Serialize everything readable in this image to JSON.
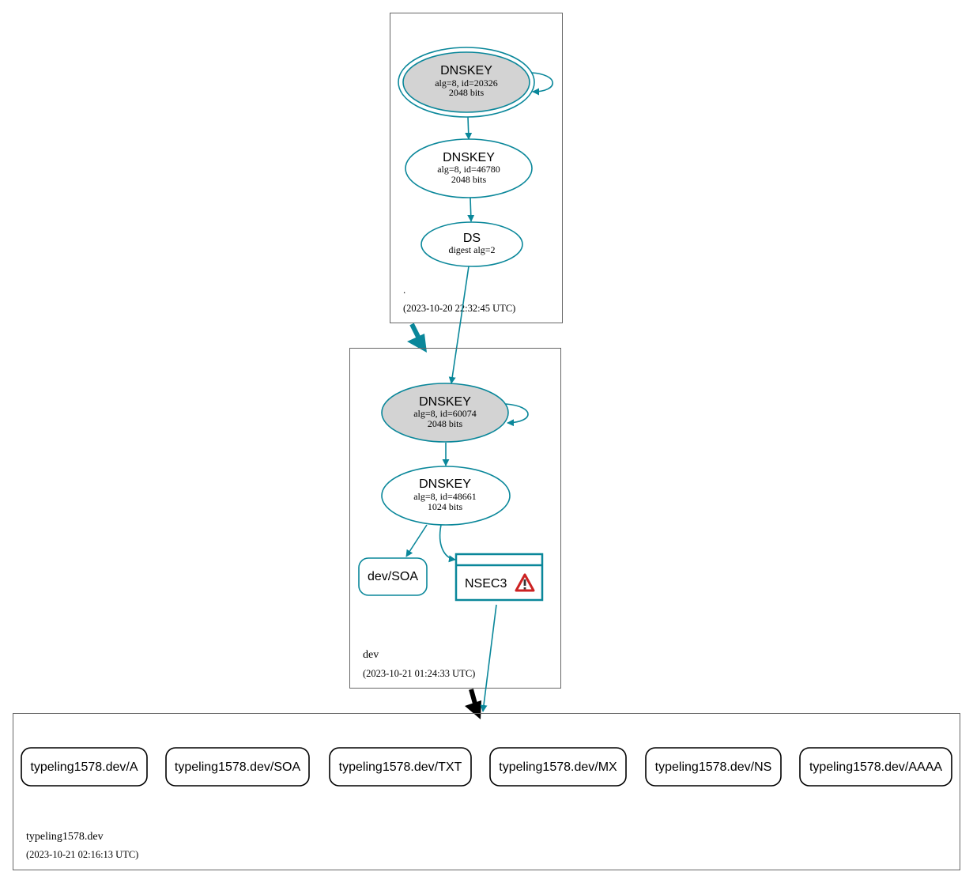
{
  "colors": {
    "teal": "#0a879a",
    "border": "#666666",
    "ksk_fill": "#d3d3d3",
    "black": "#000000",
    "warning_red": "#cc2222"
  },
  "root_zone": {
    "name": ".",
    "timestamp": "(2023-10-20 22:32:45 UTC)",
    "ksk": {
      "title": "DNSKEY",
      "line1": "alg=8, id=20326",
      "line2": "2048 bits"
    },
    "zsk": {
      "title": "DNSKEY",
      "line1": "alg=8, id=46780",
      "line2": "2048 bits"
    },
    "ds": {
      "title": "DS",
      "line1": "digest alg=2"
    }
  },
  "dev_zone": {
    "name": "dev",
    "timestamp": "(2023-10-21 01:24:33 UTC)",
    "ksk": {
      "title": "DNSKEY",
      "line1": "alg=8, id=60074",
      "line2": "2048 bits"
    },
    "zsk": {
      "title": "DNSKEY",
      "line1": "alg=8, id=48661",
      "line2": "1024 bits"
    },
    "soa": "dev/SOA",
    "nsec3": {
      "label": "NSEC3",
      "icon": "warning-icon"
    }
  },
  "leaf_zone": {
    "name": "typeling1578.dev",
    "timestamp": "(2023-10-21 02:16:13 UTC)",
    "records": [
      "typeling1578.dev/A",
      "typeling1578.dev/SOA",
      "typeling1578.dev/TXT",
      "typeling1578.dev/MX",
      "typeling1578.dev/NS",
      "typeling1578.dev/AAAA"
    ]
  }
}
